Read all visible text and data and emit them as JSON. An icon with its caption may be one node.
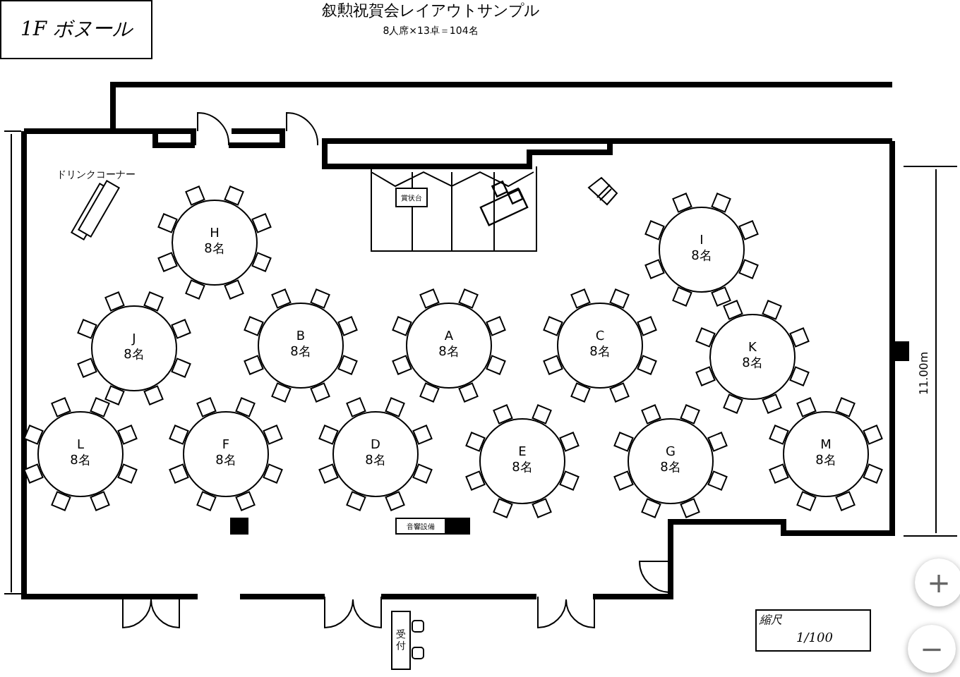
{
  "diagram": {
    "title": "叙勲祝賀会レイアウトサンプル",
    "nodes": [
      {
        "text": [
          "1F ボヌール"
        ]
      },
      {
        "text": [
          "H",
          "8名"
        ]
      },
      {
        "text": [
          "賞状台"
        ]
      },
      {
        "text": [
          "I",
          "8名"
        ]
      },
      {
        "text": [
          "J",
          "8名"
        ]
      },
      {
        "text": [
          "B",
          "8名"
        ]
      },
      {
        "text": [
          "A",
          "8名"
        ]
      },
      {
        "text": [
          "C",
          "8名"
        ]
      },
      {
        "text": [
          "K",
          "8名"
        ]
      },
      {
        "text": [
          "L",
          "8名"
        ]
      },
      {
        "text": [
          "F",
          "8名"
        ]
      },
      {
        "text": [
          "D",
          "8名"
        ]
      },
      {
        "text": [
          "E",
          "8名"
        ]
      },
      {
        "text": [
          "G",
          "8名"
        ]
      },
      {
        "text": [
          "M",
          "8名"
        ]
      },
      {
        "text": [
          "音響設備"
        ]
      },
      {
        "text": [
          "受付"
        ]
      },
      {
        "text": [
          "縮尺",
          "1/100"
        ]
      }
    ],
    "labels": [
      "8人席×13卓＝104名",
      "ドリンクコーナー",
      "11.00m",
      "+",
      "−"
    ]
  }
}
